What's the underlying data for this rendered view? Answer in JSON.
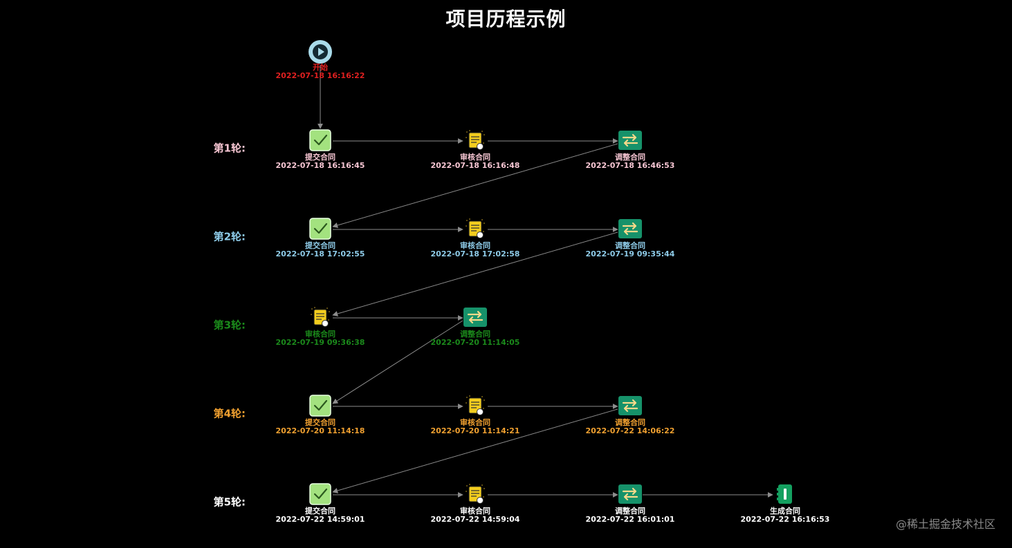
{
  "title": "项目历程示例",
  "watermark": "@稀土掘金技术社区",
  "start": {
    "label": "开始",
    "time": "2022-07-18 16:16:22",
    "color": "#e02020",
    "icon": "play-icon"
  },
  "colors": {
    "edge": "#8c8c8c",
    "check_bg": "#a3e27f",
    "adjust_bg": "#16926a",
    "review_bg": "#f3cd1e",
    "generate_bg": "#14a060"
  },
  "rounds": [
    {
      "label": "第1轮:",
      "color": "#f7c6d3",
      "steps": [
        {
          "type": "submit",
          "label": "提交合同",
          "time": "2022-07-18 16:16:45"
        },
        {
          "type": "review",
          "label": "审核合同",
          "time": "2022-07-18 16:16:48"
        },
        {
          "type": "adjust",
          "label": "调整合同",
          "time": "2022-07-18 16:46:53"
        }
      ]
    },
    {
      "label": "第2轮:",
      "color": "#8ecbe8",
      "steps": [
        {
          "type": "submit",
          "label": "提交合同",
          "time": "2022-07-18 17:02:55"
        },
        {
          "type": "review",
          "label": "审核合同",
          "time": "2022-07-18 17:02:58"
        },
        {
          "type": "adjust",
          "label": "调整合同",
          "time": "2022-07-19 09:35:44"
        }
      ]
    },
    {
      "label": "第3轮:",
      "color": "#1b8a1b",
      "steps": [
        {
          "type": "review",
          "label": "审核合同",
          "time": "2022-07-19 09:36:38"
        },
        {
          "type": "adjust",
          "label": "调整合同",
          "time": "2022-07-20 11:14:05"
        }
      ]
    },
    {
      "label": "第4轮:",
      "color": "#f0a030",
      "steps": [
        {
          "type": "submit",
          "label": "提交合同",
          "time": "2022-07-20 11:14:18"
        },
        {
          "type": "review",
          "label": "审核合同",
          "time": "2022-07-20 11:14:21"
        },
        {
          "type": "adjust",
          "label": "调整合同",
          "time": "2022-07-22 14:06:22"
        }
      ]
    },
    {
      "label": "第5轮:",
      "color": "#ffffff",
      "steps": [
        {
          "type": "submit",
          "label": "提交合同",
          "time": "2022-07-22 14:59:01"
        },
        {
          "type": "review",
          "label": "审核合同",
          "time": "2022-07-22 14:59:04"
        },
        {
          "type": "adjust",
          "label": "调整合同",
          "time": "2022-07-22 16:01:01"
        },
        {
          "type": "generate",
          "label": "生成合同",
          "time": "2022-07-22 16:16:53"
        }
      ]
    }
  ],
  "icon_names": {
    "submit": "check-icon",
    "review": "review-note-icon",
    "adjust": "adjust-arrows-icon",
    "generate": "generate-contract-icon"
  }
}
